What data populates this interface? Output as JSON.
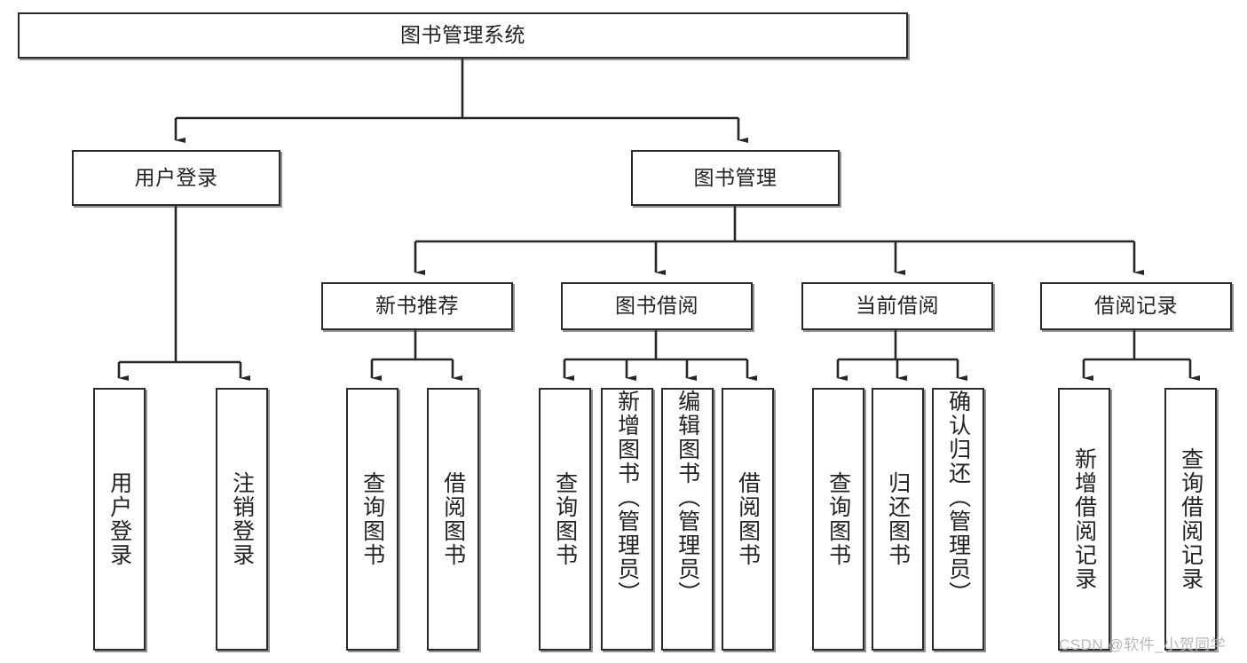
{
  "diagram": {
    "type": "tree-hierarchy",
    "title": "图书管理系统",
    "root": {
      "id": "root",
      "label": "图书管理系统"
    },
    "level2": [
      {
        "id": "user-login",
        "label": "用户登录"
      },
      {
        "id": "book-manage",
        "label": "图书管理"
      }
    ],
    "level3": [
      {
        "id": "new-book-rec",
        "label": "新书推荐"
      },
      {
        "id": "book-borrow",
        "label": "图书借阅"
      },
      {
        "id": "current-borrow",
        "label": "当前借阅"
      },
      {
        "id": "borrow-record",
        "label": "借阅记录"
      }
    ],
    "leaves": {
      "user_login": [
        {
          "id": "leaf-user-login",
          "label": "用户登录"
        },
        {
          "id": "leaf-logout",
          "label": "注销登录"
        }
      ],
      "new_book_rec": [
        {
          "id": "leaf-query-book-1",
          "label": "查询图书"
        },
        {
          "id": "leaf-borrow-book-1",
          "label": "借阅图书"
        }
      ],
      "book_borrow": [
        {
          "id": "leaf-query-book-2",
          "label": "查询图书"
        },
        {
          "id": "leaf-add-book",
          "label": "新增图书（管理员）"
        },
        {
          "id": "leaf-edit-book",
          "label": "编辑图书（管理员）"
        },
        {
          "id": "leaf-borrow-book-2",
          "label": "借阅图书"
        }
      ],
      "current_borrow": [
        {
          "id": "leaf-query-book-3",
          "label": "查询图书"
        },
        {
          "id": "leaf-return-book",
          "label": "归还图书"
        },
        {
          "id": "leaf-confirm-return",
          "label": "确认归还（管理员）"
        }
      ],
      "borrow_record": [
        {
          "id": "leaf-add-record",
          "label": "新增借阅记录"
        },
        {
          "id": "leaf-query-record",
          "label": "查询借阅记录"
        }
      ]
    }
  },
  "watermark": {
    "text": "CSDN @软件_小贺同学"
  },
  "colors": {
    "box_border": "#2b2b2b",
    "box_fill": "#ffffff",
    "connector": "#262626",
    "text": "#222222",
    "watermark": "#b9b9b9",
    "background": "#ffffff"
  }
}
